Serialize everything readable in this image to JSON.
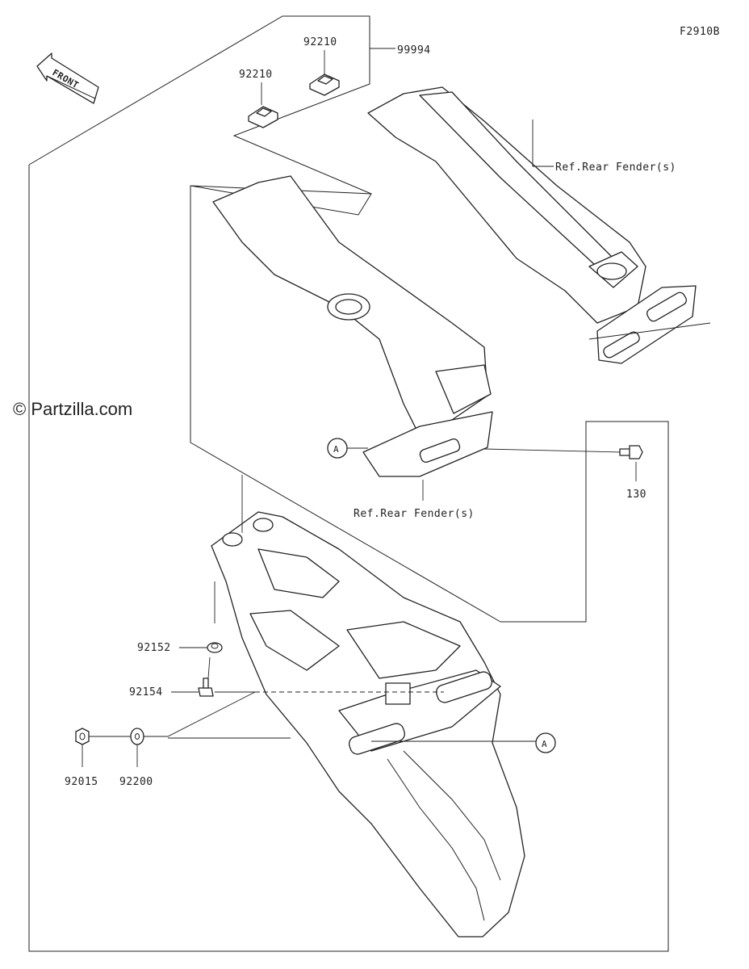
{
  "diagram": {
    "code": "F2910B",
    "watermark": "© Partzilla.com",
    "front_arrow": "FRONT",
    "callout_letter": "A",
    "parts": {
      "p99994": "99994",
      "p92210_a": "92210",
      "p92210_b": "92210",
      "ref_upper": "Ref.Rear Fender(s)",
      "ref_lower": "Ref.Rear Fender(s)",
      "p130": "130",
      "p92152": "92152",
      "p92154": "92154",
      "p92015": "92015",
      "p92200": "92200"
    }
  }
}
